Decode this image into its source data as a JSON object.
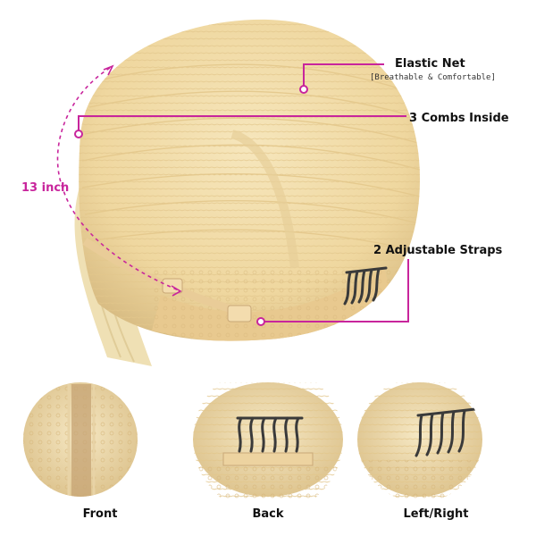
{
  "callouts": {
    "elastic_net": {
      "title": "Elastic Net",
      "subtitle": "[Breathable & Comfortable]"
    },
    "combs": {
      "title": "3 Combs Inside"
    },
    "straps": {
      "title": "2 Adjustable Straps"
    },
    "measure": {
      "text": "13 inch"
    }
  },
  "views": [
    {
      "label": "Front"
    },
    {
      "label": "Back"
    },
    {
      "label": "Left/Right"
    }
  ],
  "colors": {
    "accent": "#c8259c",
    "cap": "#f1dba4",
    "cap_shadow": "#d8bd82",
    "hair": "#efe0b4",
    "comb": "#3a3a3a"
  }
}
